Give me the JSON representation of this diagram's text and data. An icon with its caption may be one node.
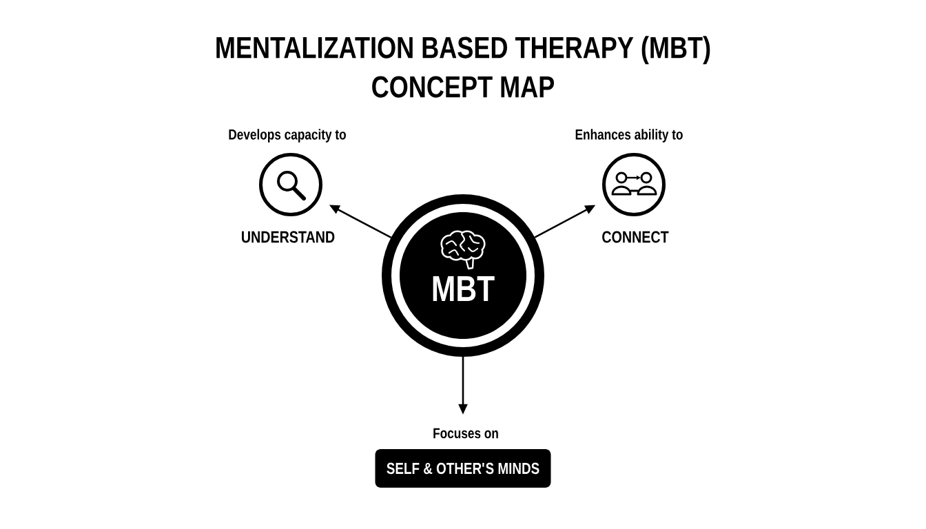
{
  "diagram": {
    "title": "MENTALIZATION BASED THERAPY (MBT) CONCEPT MAP",
    "nodes": [
      {
        "text": [
          "UNDERSTAND"
        ],
        "beside": [
          "Develops capacity to"
        ]
      },
      {
        "text": [
          "CONNECT"
        ],
        "beside": [
          "Enhances ability to"
        ]
      },
      {
        "text": [
          "MBT"
        ]
      },
      {
        "text": [
          "SELF & OTHER'S MINDS"
        ],
        "beside": [
          "Focuses on"
        ]
      }
    ],
    "edges": [
      {
        "from": 2,
        "to": 0,
        "arrow": "to"
      },
      {
        "from": 2,
        "to": 1,
        "arrow": "to"
      },
      {
        "from": 2,
        "to": 3,
        "arrow": "to"
      }
    ]
  }
}
